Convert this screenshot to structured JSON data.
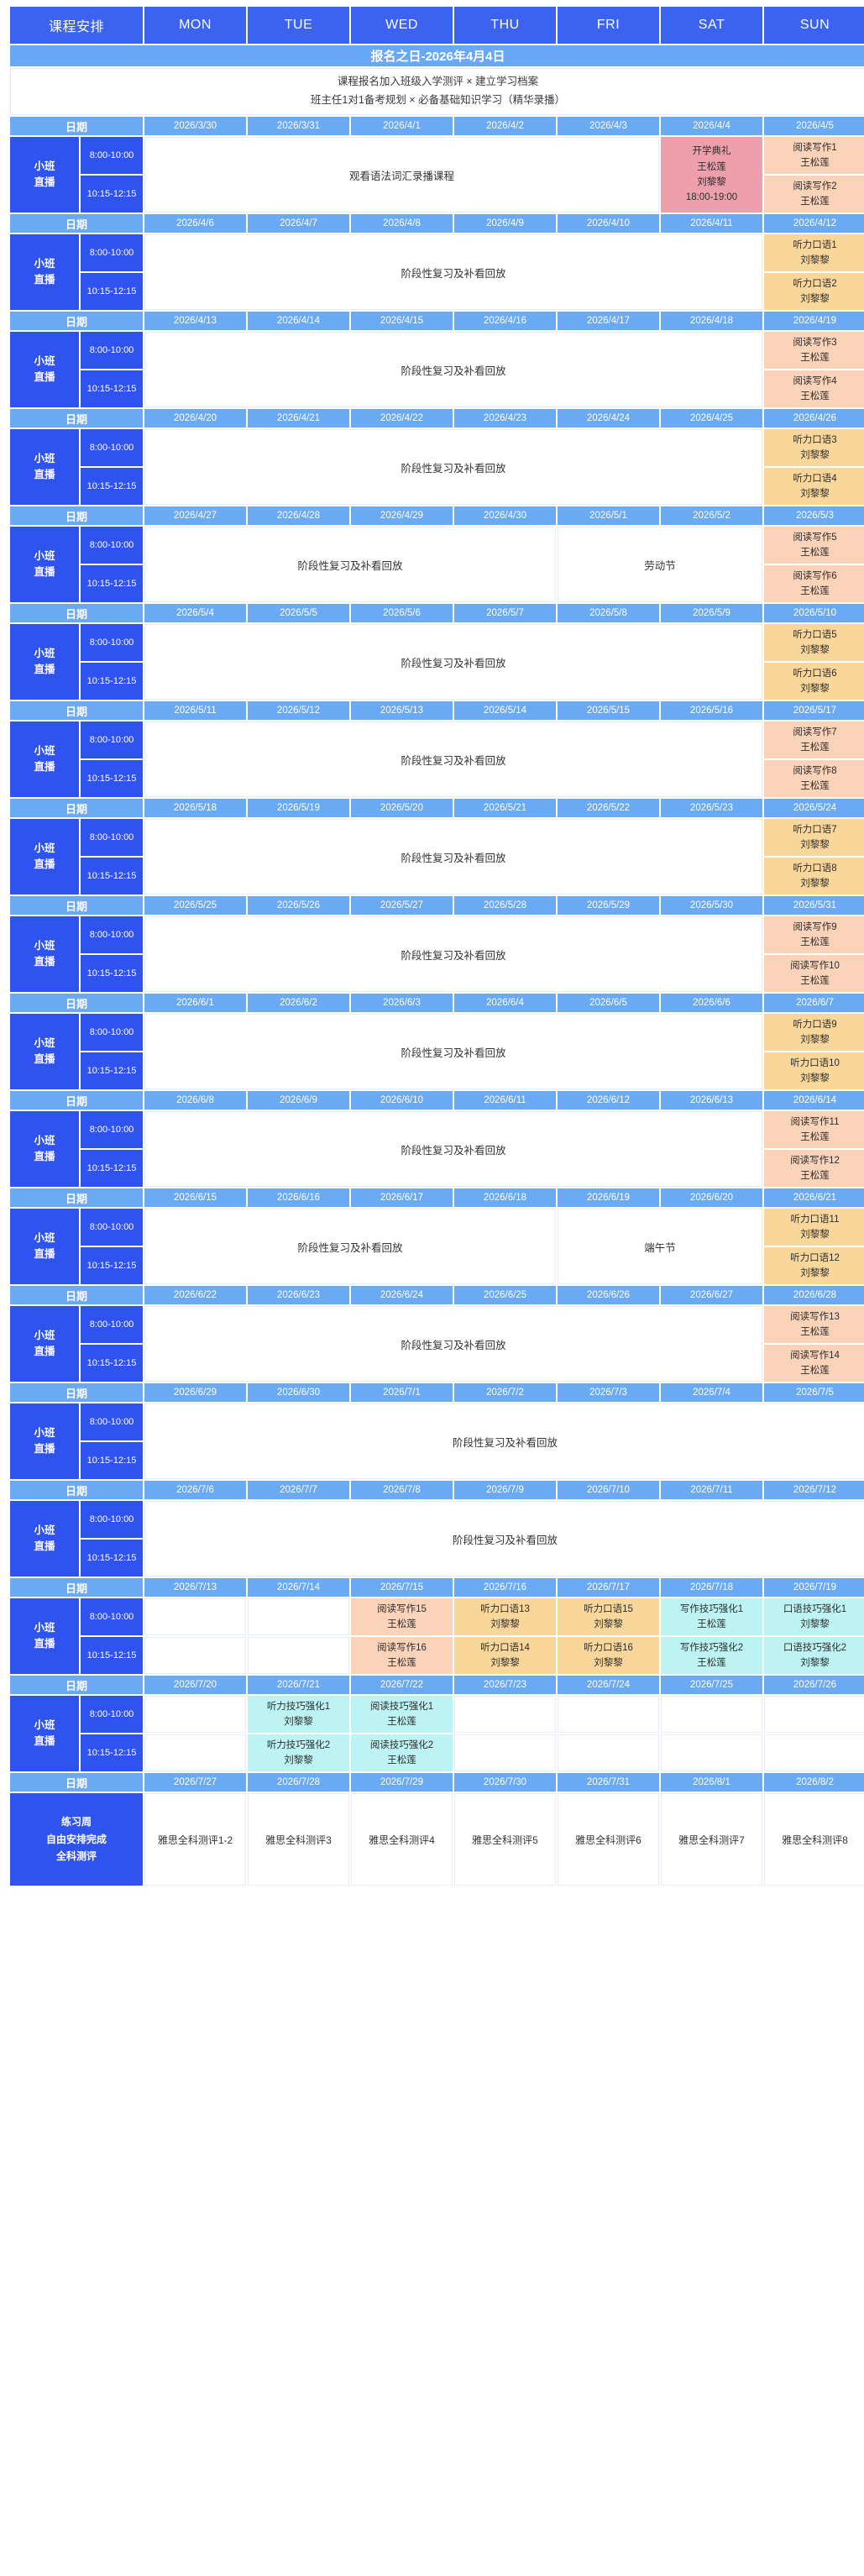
{
  "header": {
    "title_label": "课程安排",
    "weekdays": [
      "MON",
      "TUE",
      "WED",
      "THU",
      "FRI",
      "SAT",
      "SUN"
    ]
  },
  "banner": {
    "text": "报名之日-2026年4月4日"
  },
  "intro": {
    "line1": "课程报名加入班级入学测评 × 建立学习档案",
    "line2": "班主任1对1备考规划 × 必备基础知识学习（精华录播）"
  },
  "labels": {
    "date": "日期",
    "block_line1": "小班",
    "block_line2": "直播",
    "slot1": "8:00-10:00",
    "slot2": "10:15-12:15",
    "practice_line1": "练习周",
    "practice_line2": "自由安排完成",
    "practice_line3": "全科测评"
  },
  "colors": {
    "header_blue": "#3b63f0",
    "banner_blue": "#68a8f7",
    "date_blue": "#6aaaf5",
    "label_blue": "#2f53ef",
    "peach": "#fbd3b9",
    "amber": "#f9d79b",
    "cyan": "#bdf3f3",
    "rose": "#eda0ab"
  },
  "weeks": [
    {
      "dates": [
        "2026/3/30",
        "2026/3/31",
        "2026/4/1",
        "2026/4/2",
        "2026/4/3",
        "2026/4/4",
        "2026/4/5"
      ],
      "note": "观看语法词汇录播课程",
      "note_span": 5,
      "sat": {
        "type": "merged",
        "color": "rose",
        "lines": [
          "开学典礼",
          "王松莲",
          "刘黎黎",
          "18:00-19:00"
        ]
      },
      "sun1": {
        "color": "peach",
        "lines": [
          "阅读写作1",
          "王松莲"
        ]
      },
      "sun2": {
        "color": "peach",
        "lines": [
          "阅读写作2",
          "王松莲"
        ]
      }
    },
    {
      "dates": [
        "2026/4/6",
        "2026/4/7",
        "2026/4/8",
        "2026/4/9",
        "2026/4/10",
        "2026/4/11",
        "2026/4/12"
      ],
      "note": "阶段性复习及补看回放",
      "note_span": 6,
      "sat": {
        "type": "none"
      },
      "sun1": {
        "color": "amber",
        "lines": [
          "听力口语1",
          "刘黎黎"
        ]
      },
      "sun2": {
        "color": "amber",
        "lines": [
          "听力口语2",
          "刘黎黎"
        ]
      }
    },
    {
      "dates": [
        "2026/4/13",
        "2026/4/14",
        "2026/4/15",
        "2026/4/16",
        "2026/4/17",
        "2026/4/18",
        "2026/4/19"
      ],
      "note": "阶段性复习及补看回放",
      "note_span": 6,
      "sat": {
        "type": "none"
      },
      "sun1": {
        "color": "peach",
        "lines": [
          "阅读写作3",
          "王松莲"
        ]
      },
      "sun2": {
        "color": "peach",
        "lines": [
          "阅读写作4",
          "王松莲"
        ]
      }
    },
    {
      "dates": [
        "2026/4/20",
        "2026/4/21",
        "2026/4/22",
        "2026/4/23",
        "2026/4/24",
        "2026/4/25",
        "2026/4/26"
      ],
      "note": "阶段性复习及补看回放",
      "note_span": 6,
      "sat": {
        "type": "none"
      },
      "sun1": {
        "color": "amber",
        "lines": [
          "听力口语3",
          "刘黎黎"
        ]
      },
      "sun2": {
        "color": "amber",
        "lines": [
          "听力口语4",
          "刘黎黎"
        ]
      }
    },
    {
      "dates": [
        "2026/4/27",
        "2026/4/28",
        "2026/4/29",
        "2026/4/30",
        "2026/5/1",
        "2026/5/2",
        "2026/5/3"
      ],
      "note": "阶段性复习及补看回放",
      "note_span": 4,
      "note2": "劳动节",
      "note2_span": 2,
      "sat": {
        "type": "none"
      },
      "sun1": {
        "color": "peach",
        "lines": [
          "阅读写作5",
          "王松莲"
        ]
      },
      "sun2": {
        "color": "peach",
        "lines": [
          "阅读写作6",
          "王松莲"
        ]
      }
    },
    {
      "dates": [
        "2026/5/4",
        "2026/5/5",
        "2026/5/6",
        "2026/5/7",
        "2026/5/8",
        "2026/5/9",
        "2026/5/10"
      ],
      "note": "阶段性复习及补看回放",
      "note_span": 6,
      "sat": {
        "type": "none"
      },
      "sun1": {
        "color": "amber",
        "lines": [
          "听力口语5",
          "刘黎黎"
        ]
      },
      "sun2": {
        "color": "amber",
        "lines": [
          "听力口语6",
          "刘黎黎"
        ]
      }
    },
    {
      "dates": [
        "2026/5/11",
        "2026/5/12",
        "2026/5/13",
        "2026/5/14",
        "2026/5/15",
        "2026/5/16",
        "2026/5/17"
      ],
      "note": "阶段性复习及补看回放",
      "note_span": 6,
      "sat": {
        "type": "none"
      },
      "sun1": {
        "color": "peach",
        "lines": [
          "阅读写作7",
          "王松莲"
        ]
      },
      "sun2": {
        "color": "peach",
        "lines": [
          "阅读写作8",
          "王松莲"
        ]
      }
    },
    {
      "dates": [
        "2026/5/18",
        "2026/5/19",
        "2026/5/20",
        "2026/5/21",
        "2026/5/22",
        "2026/5/23",
        "2026/5/24"
      ],
      "note": "阶段性复习及补看回放",
      "note_span": 6,
      "sat": {
        "type": "none"
      },
      "sun1": {
        "color": "amber",
        "lines": [
          "听力口语7",
          "刘黎黎"
        ]
      },
      "sun2": {
        "color": "amber",
        "lines": [
          "听力口语8",
          "刘黎黎"
        ]
      }
    },
    {
      "dates": [
        "2026/5/25",
        "2026/5/26",
        "2026/5/27",
        "2026/5/28",
        "2026/5/29",
        "2026/5/30",
        "2026/5/31"
      ],
      "note": "阶段性复习及补看回放",
      "note_span": 6,
      "sat": {
        "type": "none"
      },
      "sun1": {
        "color": "peach",
        "lines": [
          "阅读写作9",
          "王松莲"
        ]
      },
      "sun2": {
        "color": "peach",
        "lines": [
          "阅读写作10",
          "王松莲"
        ]
      }
    },
    {
      "dates": [
        "2026/6/1",
        "2026/6/2",
        "2026/6/3",
        "2026/6/4",
        "2026/6/5",
        "2026/6/6",
        "2026/6/7"
      ],
      "note": "阶段性复习及补看回放",
      "note_span": 6,
      "sat": {
        "type": "none"
      },
      "sun1": {
        "color": "amber",
        "lines": [
          "听力口语9",
          "刘黎黎"
        ]
      },
      "sun2": {
        "color": "amber",
        "lines": [
          "听力口语10",
          "刘黎黎"
        ]
      }
    },
    {
      "dates": [
        "2026/6/8",
        "2026/6/9",
        "2026/6/10",
        "2026/6/11",
        "2026/6/12",
        "2026/6/13",
        "2026/6/14"
      ],
      "note": "阶段性复习及补看回放",
      "note_span": 6,
      "sat": {
        "type": "none"
      },
      "sun1": {
        "color": "peach",
        "lines": [
          "阅读写作11",
          "王松莲"
        ]
      },
      "sun2": {
        "color": "peach",
        "lines": [
          "阅读写作12",
          "王松莲"
        ]
      }
    },
    {
      "dates": [
        "2026/6/15",
        "2026/6/16",
        "2026/6/17",
        "2026/6/18",
        "2026/6/19",
        "2026/6/20",
        "2026/6/21"
      ],
      "note": "阶段性复习及补看回放",
      "note_span": 4,
      "note2": "端午节",
      "note2_span": 2,
      "sat": {
        "type": "none"
      },
      "sun1": {
        "color": "amber",
        "lines": [
          "听力口语11",
          "刘黎黎"
        ]
      },
      "sun2": {
        "color": "amber",
        "lines": [
          "听力口语12",
          "刘黎黎"
        ]
      }
    },
    {
      "dates": [
        "2026/6/22",
        "2026/6/23",
        "2026/6/24",
        "2026/6/25",
        "2026/6/26",
        "2026/6/27",
        "2026/6/28"
      ],
      "note": "阶段性复习及补看回放",
      "note_span": 6,
      "sat": {
        "type": "none"
      },
      "sun1": {
        "color": "peach",
        "lines": [
          "阅读写作13",
          "王松莲"
        ]
      },
      "sun2": {
        "color": "peach",
        "lines": [
          "阅读写作14",
          "王松莲"
        ]
      }
    },
    {
      "dates": [
        "2026/6/29",
        "2026/6/30",
        "2026/7/1",
        "2026/7/2",
        "2026/7/3",
        "2026/7/4",
        "2026/7/5"
      ],
      "note": "阶段性复习及补看回放",
      "note_span": 7,
      "full_note": true
    },
    {
      "dates": [
        "2026/7/6",
        "2026/7/7",
        "2026/7/8",
        "2026/7/9",
        "2026/7/10",
        "2026/7/11",
        "2026/7/12"
      ],
      "note": "阶段性复习及补看回放",
      "note_span": 7,
      "full_note": true
    },
    {
      "dates": [
        "2026/7/13",
        "2026/7/14",
        "2026/7/15",
        "2026/7/16",
        "2026/7/17",
        "2026/7/18",
        "2026/7/19"
      ],
      "type": "grid",
      "row1": [
        {
          "color": "white",
          "lines": []
        },
        {
          "color": "white",
          "lines": []
        },
        {
          "color": "peach",
          "lines": [
            "阅读写作15",
            "王松莲"
          ]
        },
        {
          "color": "amber",
          "lines": [
            "听力口语13",
            "刘黎黎"
          ]
        },
        {
          "color": "amber",
          "lines": [
            "听力口语15",
            "刘黎黎"
          ]
        },
        {
          "color": "cyan",
          "lines": [
            "写作技巧强化1",
            "王松莲"
          ]
        },
        {
          "color": "cyan",
          "lines": [
            "口语技巧强化1",
            "刘黎黎"
          ]
        }
      ],
      "row2": [
        {
          "color": "white",
          "lines": []
        },
        {
          "color": "white",
          "lines": []
        },
        {
          "color": "peach",
          "lines": [
            "阅读写作16",
            "王松莲"
          ]
        },
        {
          "color": "amber",
          "lines": [
            "听力口语14",
            "刘黎黎"
          ]
        },
        {
          "color": "amber",
          "lines": [
            "听力口语16",
            "刘黎黎"
          ]
        },
        {
          "color": "cyan",
          "lines": [
            "写作技巧强化2",
            "王松莲"
          ]
        },
        {
          "color": "cyan",
          "lines": [
            "口语技巧强化2",
            "刘黎黎"
          ]
        }
      ]
    },
    {
      "dates": [
        "2026/7/20",
        "2026/7/21",
        "2026/7/22",
        "2026/7/23",
        "2026/7/24",
        "2026/7/25",
        "2026/7/26"
      ],
      "type": "grid",
      "row1": [
        {
          "color": "white",
          "lines": []
        },
        {
          "color": "cyan",
          "lines": [
            "听力技巧强化1",
            "刘黎黎"
          ]
        },
        {
          "color": "cyan",
          "lines": [
            "阅读技巧强化1",
            "王松莲"
          ]
        },
        {
          "color": "white",
          "lines": []
        },
        {
          "color": "white",
          "lines": []
        },
        {
          "color": "white",
          "lines": []
        },
        {
          "color": "white",
          "lines": []
        }
      ],
      "row2": [
        {
          "color": "white",
          "lines": []
        },
        {
          "color": "cyan",
          "lines": [
            "听力技巧强化2",
            "刘黎黎"
          ]
        },
        {
          "color": "cyan",
          "lines": [
            "阅读技巧强化2",
            "王松莲"
          ]
        },
        {
          "color": "white",
          "lines": []
        },
        {
          "color": "white",
          "lines": []
        },
        {
          "color": "white",
          "lines": []
        },
        {
          "color": "white",
          "lines": []
        }
      ]
    }
  ],
  "practice_week": {
    "dates": [
      "2026/7/27",
      "2026/7/28",
      "2026/7/29",
      "2026/7/30",
      "2026/7/31",
      "2026/8/1",
      "2026/8/2"
    ],
    "cells": [
      "雅思全科测评1-2",
      "雅思全科测评3",
      "雅思全科测评4",
      "雅思全科测评5",
      "雅思全科测评6",
      "雅思全科测评7",
      "雅思全科测评8"
    ]
  }
}
